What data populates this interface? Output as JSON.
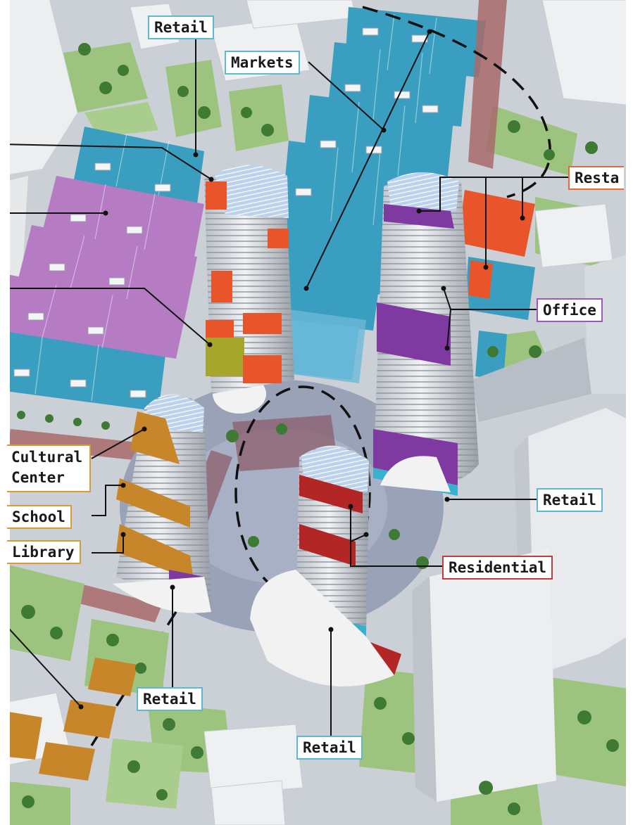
{
  "labels": {
    "retail_top": "Retail",
    "markets": "Markets",
    "restaurant": "Resta",
    "office": "Office",
    "cultural_line1": "Cultural",
    "cultural_line2": "Center",
    "school": "School",
    "library": "Library",
    "retail_right": "Retail",
    "residential": "Residential",
    "retail_bottom_left": "Retail",
    "retail_bottom_center": "Retail"
  },
  "colors": {
    "ground": "#c9cfd6",
    "plaza": "#9aa2b8",
    "path_red": "#a86a6a",
    "grass": "#9cc47e",
    "tree": "#3e7a34",
    "market_roof": "#3a9ec0",
    "residential_roof": "#b57cc4",
    "restaurant": "#e8552a",
    "office": "#7e3aa0",
    "cultural": "#c8862a",
    "residential": "#b32626",
    "retail": "#3ab0cf",
    "school_green": "#a7a62c",
    "solar": "#bcd2ea",
    "tower": "#dfe3e8",
    "tower_shade": "#a8aeb6",
    "leader": "#111111"
  }
}
